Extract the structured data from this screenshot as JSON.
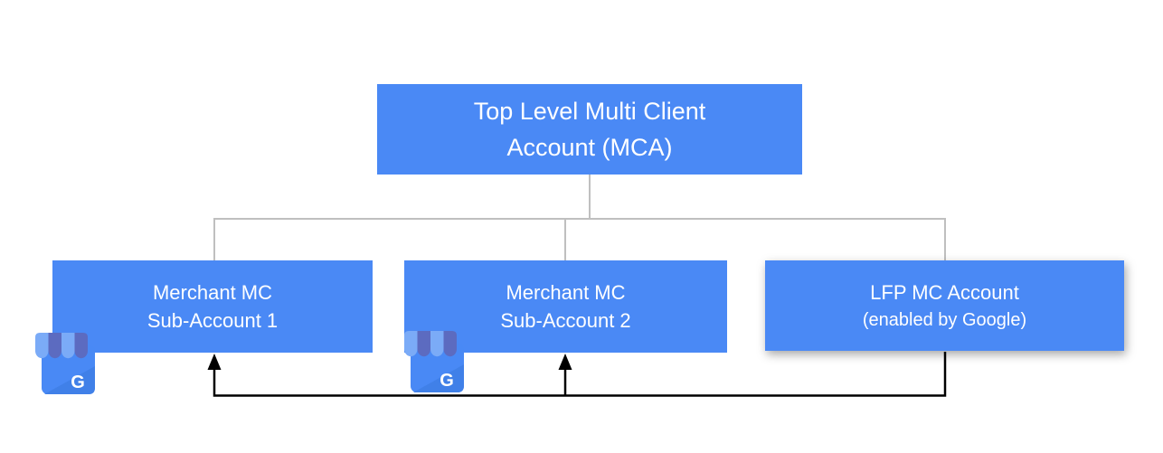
{
  "colors": {
    "node_fill": "#4A89F5",
    "node_text": "#FFFFFF",
    "tree_connector": "#BFBFBF",
    "flow_connector": "#000000",
    "icon_awning_light": "#7BABF7",
    "icon_awning_dark": "#5C6BC0",
    "icon_body": "#4989F5",
    "icon_fold": "#4080E8"
  },
  "nodes": {
    "root": {
      "line1": "Top Level Multi Client",
      "line2": "Account (MCA)"
    },
    "children": [
      {
        "line1": "Merchant MC",
        "line2": "Sub-Account 1"
      },
      {
        "line1": "Merchant MC",
        "line2": "Sub-Account 2"
      },
      {
        "line1": "LFP MC Account",
        "line2": "(enabled by Google)"
      }
    ]
  },
  "business_icon": {
    "letter": "G"
  }
}
